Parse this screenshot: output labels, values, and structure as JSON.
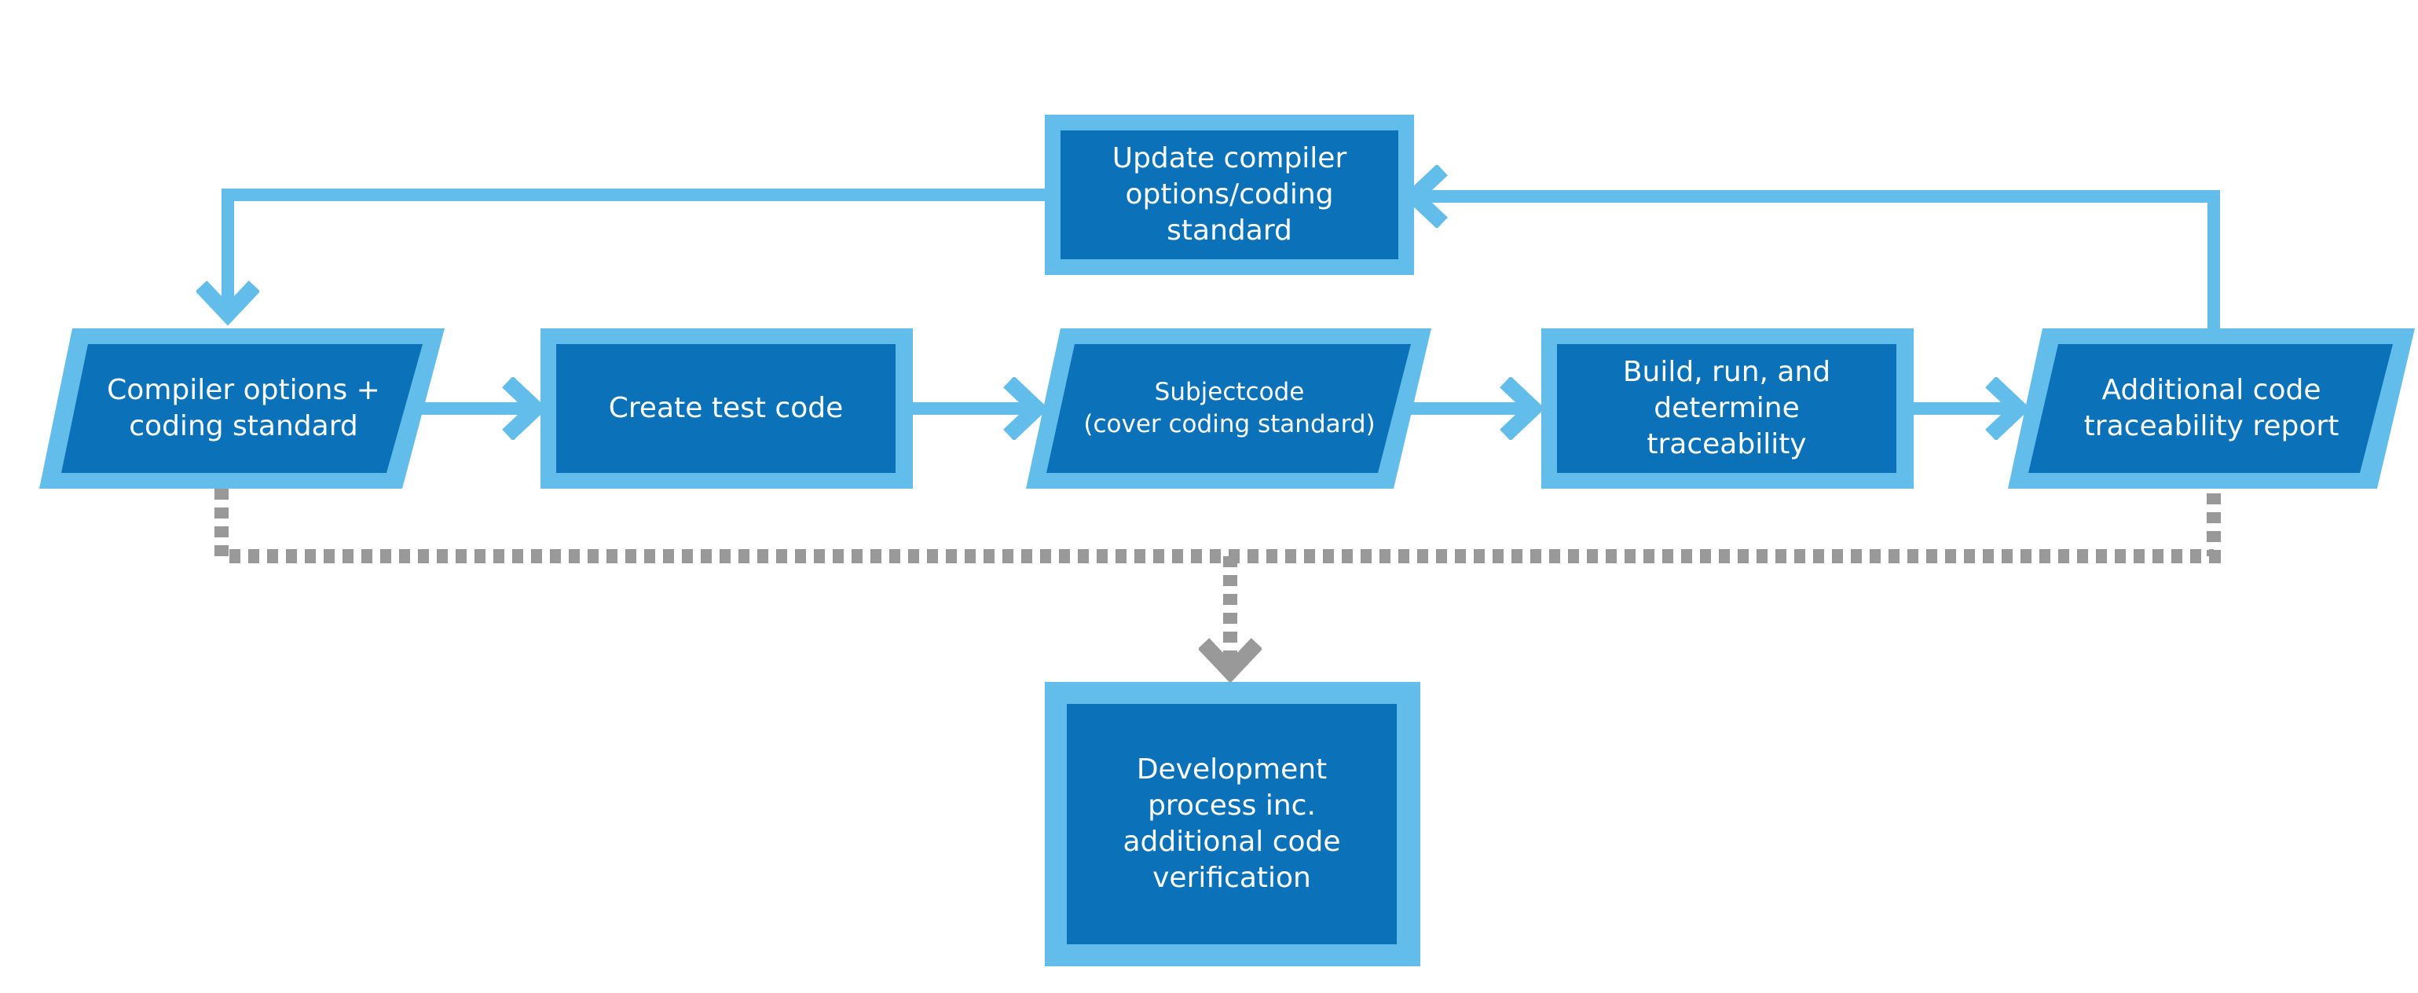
{
  "colors": {
    "outer": "#62bdea",
    "inner": "#0b72b9",
    "arrow": "#62bdea",
    "dotted": "#999999",
    "background": "#ffffff"
  },
  "nodes": {
    "compiler_options": {
      "lines": [
        "Compiler options +",
        "coding standard"
      ],
      "shape": "parallelogram"
    },
    "create_test_code": {
      "lines": [
        "Create test code"
      ],
      "shape": "rectangle"
    },
    "subject_code": {
      "lines": [
        "Subjectcode",
        "(cover coding standard)"
      ],
      "shape": "parallelogram"
    },
    "build_run": {
      "lines": [
        "Build, run, and",
        "determine",
        "traceability"
      ],
      "shape": "rectangle"
    },
    "traceability_report": {
      "lines": [
        "Additional code",
        "traceability report"
      ],
      "shape": "parallelogram"
    },
    "update_compiler": {
      "lines": [
        "Update compiler",
        "options/coding",
        "standard"
      ],
      "shape": "rectangle"
    },
    "development_process": {
      "lines": [
        "Development",
        "process inc.",
        "additional code",
        "verification"
      ],
      "shape": "rectangle"
    }
  }
}
